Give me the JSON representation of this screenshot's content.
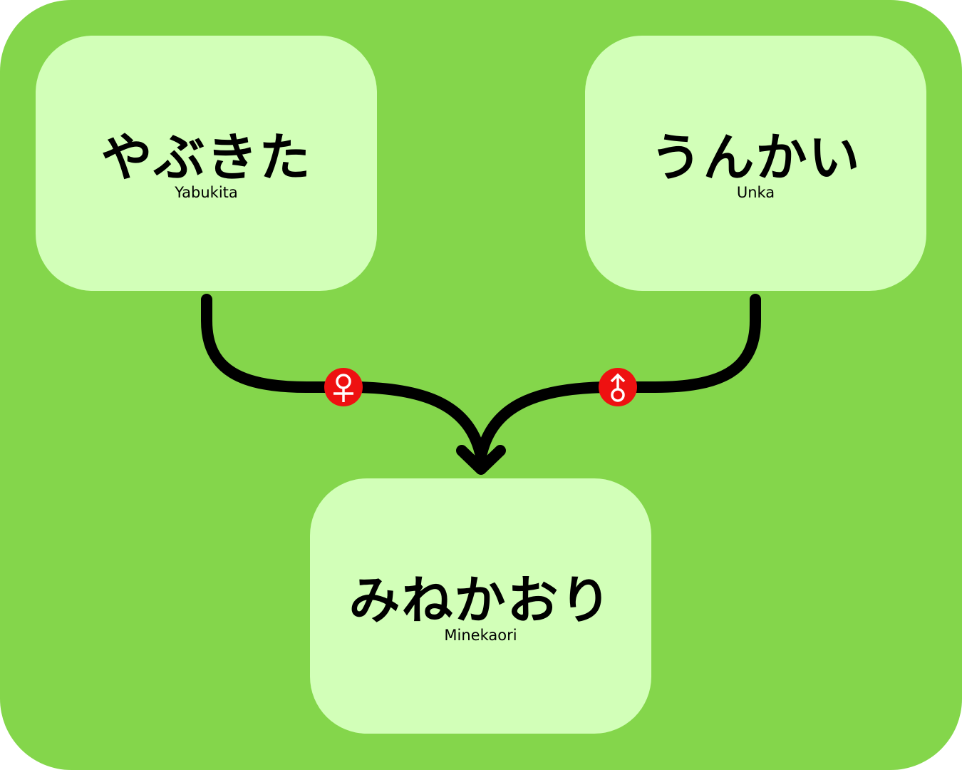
{
  "colors": {
    "background": "#84d64b",
    "node": "#d2ffb8",
    "edge": "#000000",
    "badge": "#ee1111"
  },
  "nodes": {
    "mother": {
      "japanese": "やぶきた",
      "romaji": "Yabukita"
    },
    "father": {
      "japanese": "うんかい",
      "romaji": "Unka"
    },
    "child": {
      "japanese": "みねかおり",
      "romaji": "Minekaori"
    }
  },
  "edges": [
    {
      "from": "mother",
      "to": "child",
      "badge_icon": "female-symbol-icon"
    },
    {
      "from": "father",
      "to": "child",
      "badge_icon": "male-symbol-icon"
    }
  ]
}
